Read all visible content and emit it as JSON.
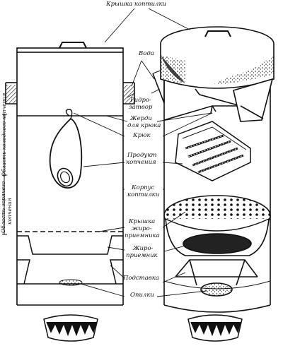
{
  "labels": {
    "smoker_lid": "Крышка коптилки",
    "water": "Вода",
    "hydro_seal_1": "Гидро-",
    "hydro_seal_2": "затвор",
    "rods_1": "Жерди",
    "rods_2": "для крюка",
    "hook": "Крюк",
    "product_1": "Продукт",
    "product_2": "копчения",
    "body_1": "Корпус",
    "body_2": "коптилки",
    "fat_lid_1": "Крышка",
    "fat_lid_2": "жиро-",
    "fat_lid_3": "приемника",
    "fat_pan_1": "Жиро-",
    "fat_pan_2": "приемник",
    "stand": "Подставка",
    "sawdust": "Опилки",
    "cold_zone": "Область холодного копчения",
    "hot_zone_1": "Область горячего",
    "hot_zone_2": "копчения"
  }
}
